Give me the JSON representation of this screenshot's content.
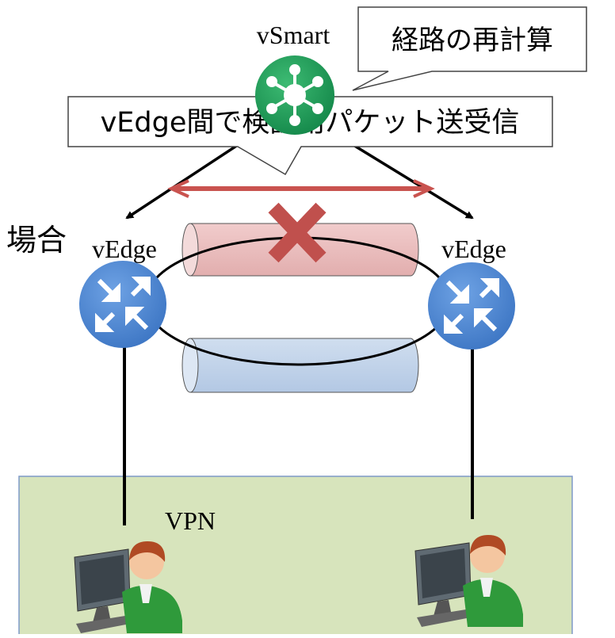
{
  "labels": {
    "vsmart": "vSmart",
    "vedge_left": "vEdge",
    "vedge_right": "vEdge",
    "vpn": "VPN",
    "side_text": "場合"
  },
  "callouts": {
    "recalc": "経路の再計算",
    "probe": "vEdge間で検証用パケット送受信"
  },
  "icons": {
    "vsmart": "vsmart-hub-icon",
    "router": "router-arrows-icon",
    "user": "user-at-computer-icon",
    "fail": "x-mark-icon"
  },
  "colors": {
    "vsmart_green": "#1f9b55",
    "router_blue": "#4a86d2",
    "tunnel_red": "#e8bcbc",
    "tunnel_blue": "#c1d3ea",
    "arrow_red": "#c9534f",
    "x_red": "#c0504d",
    "vpn_box": "#d7e4bc",
    "vpn_border": "#7f9ac8"
  }
}
